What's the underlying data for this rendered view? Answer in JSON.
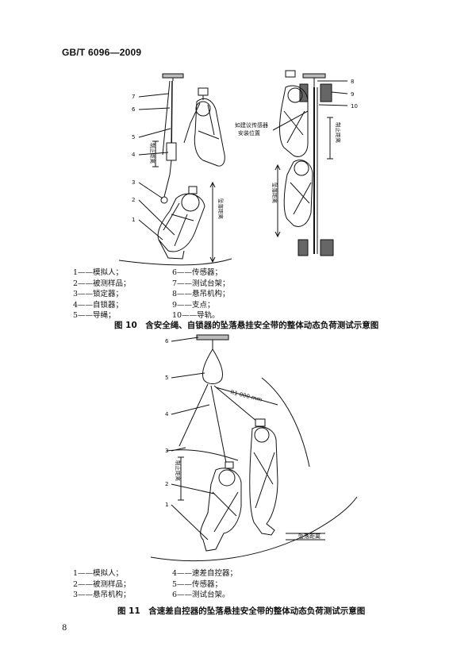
{
  "header": {
    "standard_code": "GB/T 6096—2009"
  },
  "figure10": {
    "numbers_left": [
      "7",
      "6",
      "5",
      "4",
      "3",
      "2",
      "1"
    ],
    "numbers_right": [
      "8",
      "9",
      "10"
    ],
    "labels": {
      "brake_distance_a": "制止距离",
      "fall_distance_a": "坠落距离",
      "brake_distance_b": "制止距离",
      "fall_distance_b": "坠落距离",
      "sensor_note_1": "如建议传感器",
      "sensor_note_2": "安装位置"
    },
    "legend": [
      [
        "1——模拟人；",
        "6——传感器；"
      ],
      [
        "2——被测样品；",
        "7——测试台架；"
      ],
      [
        "3——锁定器；",
        "8——悬吊机构；"
      ],
      [
        "4——自锁器；",
        "9——支点；"
      ],
      [
        "5——导绳；",
        "10——导轨。"
      ]
    ],
    "caption": "图 10　含安全绳、自锁器的坠落悬挂安全带的整体动态负荷测试示意图"
  },
  "figure11": {
    "numbers": [
      "6",
      "5",
      "4",
      "3",
      "2",
      "1"
    ],
    "labels": {
      "radius": "R1 000 mm",
      "brake_distance": "制止距离",
      "fall_distance": "坠落距离"
    },
    "legend": [
      [
        "1——模拟人；",
        "4——速差自控器；"
      ],
      [
        "2——被测样品；",
        "5——传感器；"
      ],
      [
        "3——悬吊机构；",
        "6——测试台架。"
      ]
    ],
    "caption": "图 11　含速差自控器的坠落悬挂安全带的整体动态负荷测试示意图"
  },
  "page_number": "8"
}
